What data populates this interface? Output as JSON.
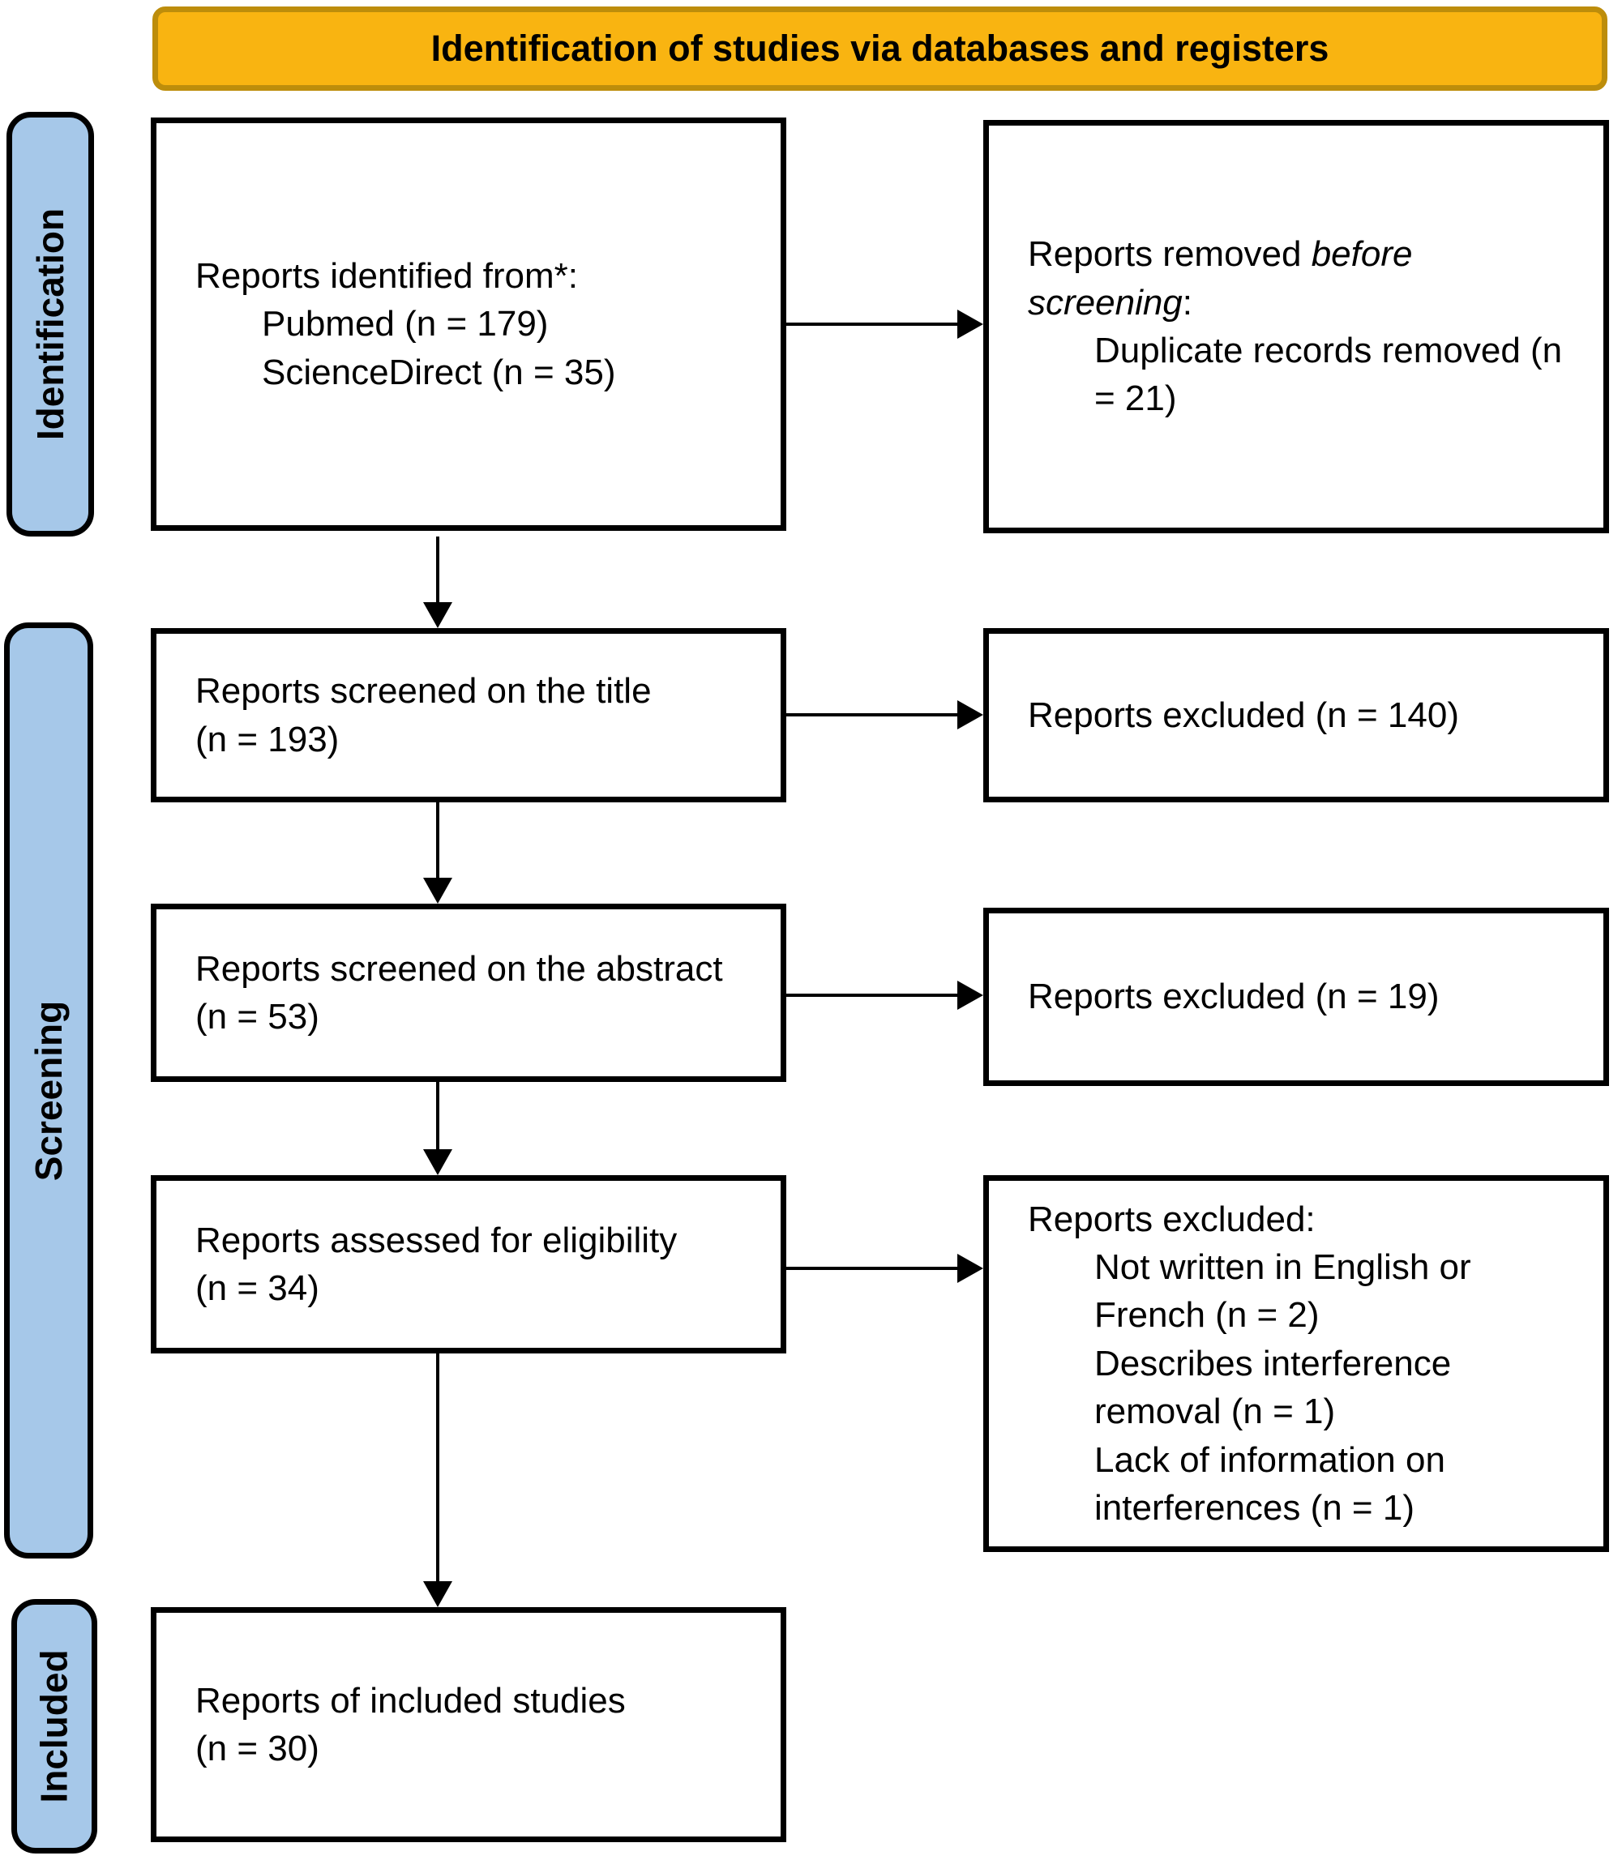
{
  "header": {
    "title": "Identification of studies via databases and registers"
  },
  "sidebar": {
    "identification": "Identification",
    "screening": "Screening",
    "included": "Included"
  },
  "boxes": {
    "identified": {
      "title": "Reports identified from*:",
      "items": [
        "Pubmed (n = 179)",
        "ScienceDirect (n = 35)"
      ]
    },
    "removed_before_screening": {
      "prefix": "Reports removed ",
      "italic": "before screening",
      "suffix": ":",
      "items": [
        "Duplicate records removed (n = 21)"
      ]
    },
    "screened_title": {
      "lines": [
        "Reports screened on the title",
        "(n = 193)"
      ]
    },
    "excluded_title": {
      "text": "Reports excluded (n = 140)"
    },
    "screened_abstract": {
      "lines": [
        "Reports screened on the abstract",
        "(n = 53)"
      ]
    },
    "excluded_abstract": {
      "text": "Reports excluded (n = 19)"
    },
    "assessed_eligibility": {
      "lines": [
        "Reports assessed for eligibility",
        "(n = 34)"
      ]
    },
    "excluded_eligibility": {
      "title": "Reports excluded:",
      "items": [
        "Not written in English or French (n = 2)",
        "Describes interference removal (n = 1)",
        "Lack of information on interferences (n = 1)"
      ]
    },
    "included_studies": {
      "lines": [
        "Reports of included studies",
        "(n = 30)"
      ]
    }
  },
  "colors": {
    "banner_fill": "#F9B411",
    "banner_border": "#BD8D0B",
    "stage_fill": "#A6C8E9"
  }
}
